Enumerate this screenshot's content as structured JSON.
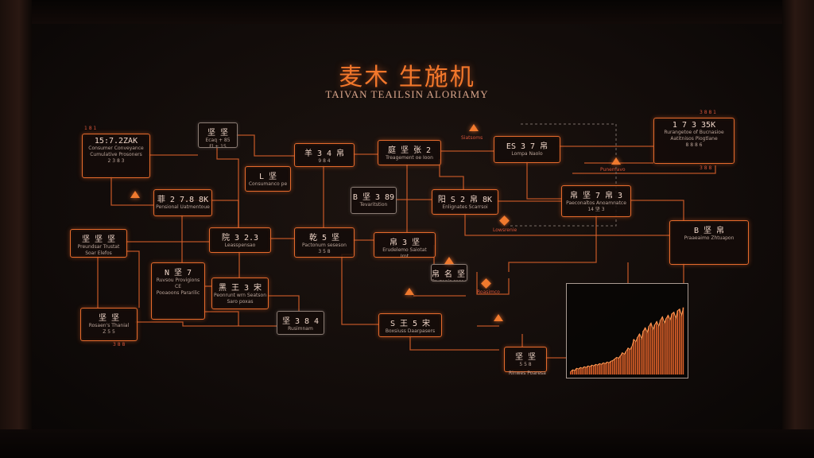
{
  "header": {
    "title": "麦木 生施机",
    "subtitle": "TAIVAN TEAILSIN ALORIAMY"
  },
  "nodes": [
    {
      "title": "15:7.2ZAK",
      "sub": [
        "Consumer Conveyance",
        "Cumulative Prosoners",
        "2 3 8 3"
      ]
    },
    {
      "title": "坚 坚",
      "sub": [
        "Ecaq + 85",
        "Fl + 15"
      ]
    },
    {
      "title": "菲 2 7.8 8K",
      "sub": [
        "Pensional Uatmentoue"
      ]
    },
    {
      "title": "L 坚",
      "sub": [
        "Consumanco pe"
      ]
    },
    {
      "title": "羊 3 4 帛",
      "sub": [
        "9 8 4"
      ]
    },
    {
      "title": "庭 坚 张 2",
      "sub": [
        "Treagement oe Ioon"
      ]
    },
    {
      "title": "ES 3 7 帛",
      "sub": [
        "Lompa Naolo"
      ]
    },
    {
      "title": "1 7 3 35K",
      "sub": [
        "Rurangetoe of Bucnasioe",
        "Aatitnisos Piogtlane",
        "8 8 8 6"
      ]
    },
    {
      "title": "B 坚 3 89",
      "sub": [
        "Tevaritstion"
      ]
    },
    {
      "title": "阳 S 2 帛 8K",
      "sub": [
        "Enlignates Scarrsoi"
      ]
    },
    {
      "title": "帛 坚 7 帛 3",
      "sub": [
        "Paeconaltos Anoamnatce",
        "14 坚 3"
      ]
    },
    {
      "title": "坚 坚 坚",
      "sub": [
        "Preundsar Trustat",
        "Soar Elefos"
      ]
    },
    {
      "title": "院 3 2.3",
      "sub": [
        "Leasspensao"
      ]
    },
    {
      "title": "乾 5 坚",
      "sub": [
        "Pactonum seseson",
        "3 5 8"
      ]
    },
    {
      "title": "帛 3 坚",
      "sub": [
        "Erudelemo Saiotat",
        "Jrnt"
      ]
    },
    {
      "title": "B 坚 帛",
      "sub": [
        "Praaeaimo Zhtuapon"
      ]
    },
    {
      "title": "帛 名 坚 张",
      "sub": [
        "Pruzonis sasecaitor",
        "Ruaaon Buscoaasos"
      ]
    },
    {
      "title": "N 坚 7",
      "sub": [
        "Ruvsou Provigions",
        "CE",
        "Pooaoons Pararilic"
      ]
    },
    {
      "title": "黑 王 3 宋",
      "sub": [
        "Peonrunt wrn Seatson",
        "Saro poxas"
      ]
    },
    {
      "title": "坚 坚",
      "sub": [
        "Rosaen's Thanial",
        "Z 5 5"
      ]
    },
    {
      "title": "坚 3 8 4",
      "sub": [
        "Rusimnam"
      ]
    },
    {
      "title": "S 王 5 宋",
      "sub": [
        "Boxsiuss Daarpasers"
      ]
    },
    {
      "title": "Rinwes Poaresa",
      "sub": []
    },
    {
      "title": "坚 坚",
      "sub": [
        "5 5 8"
      ]
    }
  ],
  "tags": [
    "1 8 1",
    "3 8 8 1",
    "Siatsoms",
    "Punemavo",
    "Lowsrenie",
    "Roasimco",
    "3 8 8",
    "3 8 8"
  ],
  "chart_data": {
    "type": "bar",
    "title": "",
    "xlabel": "",
    "ylabel": "",
    "series": [
      {
        "values": [
          4,
          6,
          5,
          8,
          7,
          9,
          8,
          10,
          9,
          11,
          10,
          12,
          11,
          13,
          12,
          14,
          13,
          15,
          14,
          16,
          15,
          17,
          18,
          20,
          22,
          21,
          24,
          28,
          26,
          30,
          34,
          32,
          36,
          45,
          42,
          48,
          52,
          46,
          56,
          60,
          54,
          62,
          66,
          58,
          64,
          68,
          62,
          70,
          74,
          66,
          72,
          76,
          70,
          78,
          80,
          72,
          82,
          84,
          76,
          86
        ]
      }
    ],
    "ylim": [
      0,
      100
    ],
    "grid": false
  },
  "colors": {
    "accent": "#e46a2c",
    "title": "#f2772b",
    "background": "#120c0a"
  }
}
